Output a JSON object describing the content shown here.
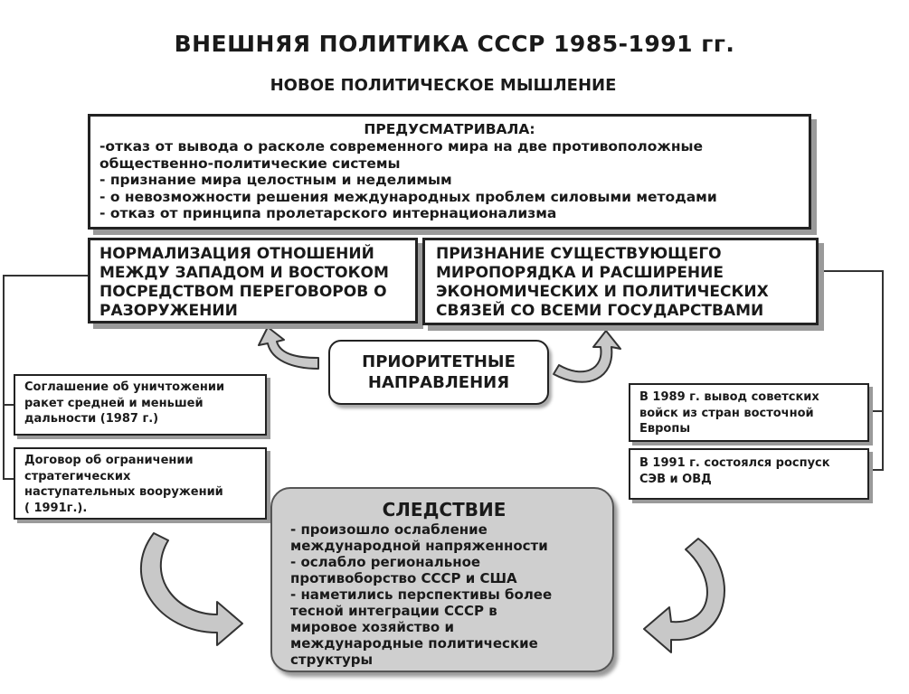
{
  "title": "ВНЕШНЯЯ ПОЛИТИКА СССР 1985-1991 гг.",
  "subtitle": "НОВОЕ ПОЛИТИЧЕСКОЕ МЫШЛЕНИЕ",
  "provisions": {
    "heading": "ПРЕДУСМАТРИВАЛА:",
    "lines": [
      "-отказ от вывода о расколе современного мира на две противоположные",
      "общественно-политические системы",
      "- признание мира целостным и неделимым",
      "- о невозможности решения международных проблем силовыми методами",
      "- отказ от принципа пролетарского интернационализма"
    ]
  },
  "normalization": {
    "lines": [
      "НОРМАЛИЗАЦИЯ ОТНОШЕНИЙ",
      "МЕЖДУ ЗАПАДОМ И ВОСТОКОМ",
      "ПОСРЕДСТВОМ ПЕРЕГОВОРОВ О",
      "РАЗОРУЖЕНИИ"
    ]
  },
  "recognition": {
    "lines": [
      "ПРИЗНАНИЕ СУЩЕСТВУЮЩЕГО",
      "МИРОПОРЯДКА И РАСШИРЕНИЕ",
      "ЭКОНОМИЧЕСКИХ И ПОЛИТИЧЕСКИХ",
      "СВЯЗЕЙ СО ВСЕМИ ГОСУДАРСТВАМИ"
    ]
  },
  "priority": {
    "lines": [
      "ПРИОРИТЕТНЫЕ",
      "НАПРАВЛЕНИЯ"
    ]
  },
  "left_items": [
    {
      "lines": [
        "Соглашение об уничтожении",
        "ракет средней и меньшей",
        "дальности (1987 г.)"
      ]
    },
    {
      "lines": [
        "Договор об ограничении",
        "стратегических",
        "наступательных вооружений",
        "( 1991г.)."
      ]
    }
  ],
  "right_items": [
    {
      "lines": [
        "В 1989 г. вывод советских",
        "войск из стран восточной",
        "Европы"
      ]
    },
    {
      "lines": [
        "В 1991 г. состоялся роспуск",
        "СЭВ и ОВД"
      ]
    }
  ],
  "consequence": {
    "heading": "СЛЕДСТВИЕ",
    "lines": [
      "- произошло ослабление",
      "международной напряженности",
      "- ослабло региональное",
      "противоборство СССР и США",
      "- наметились перспективы более",
      "тесной интеграции СССР в",
      "мировое хозяйство и",
      "международные политические",
      "структуры"
    ]
  },
  "colors": {
    "border": "#222222",
    "shadow": "#9a9a9a",
    "consequence_fill": "#cfcfcf",
    "arrow_fill": "#c8c8c8"
  }
}
